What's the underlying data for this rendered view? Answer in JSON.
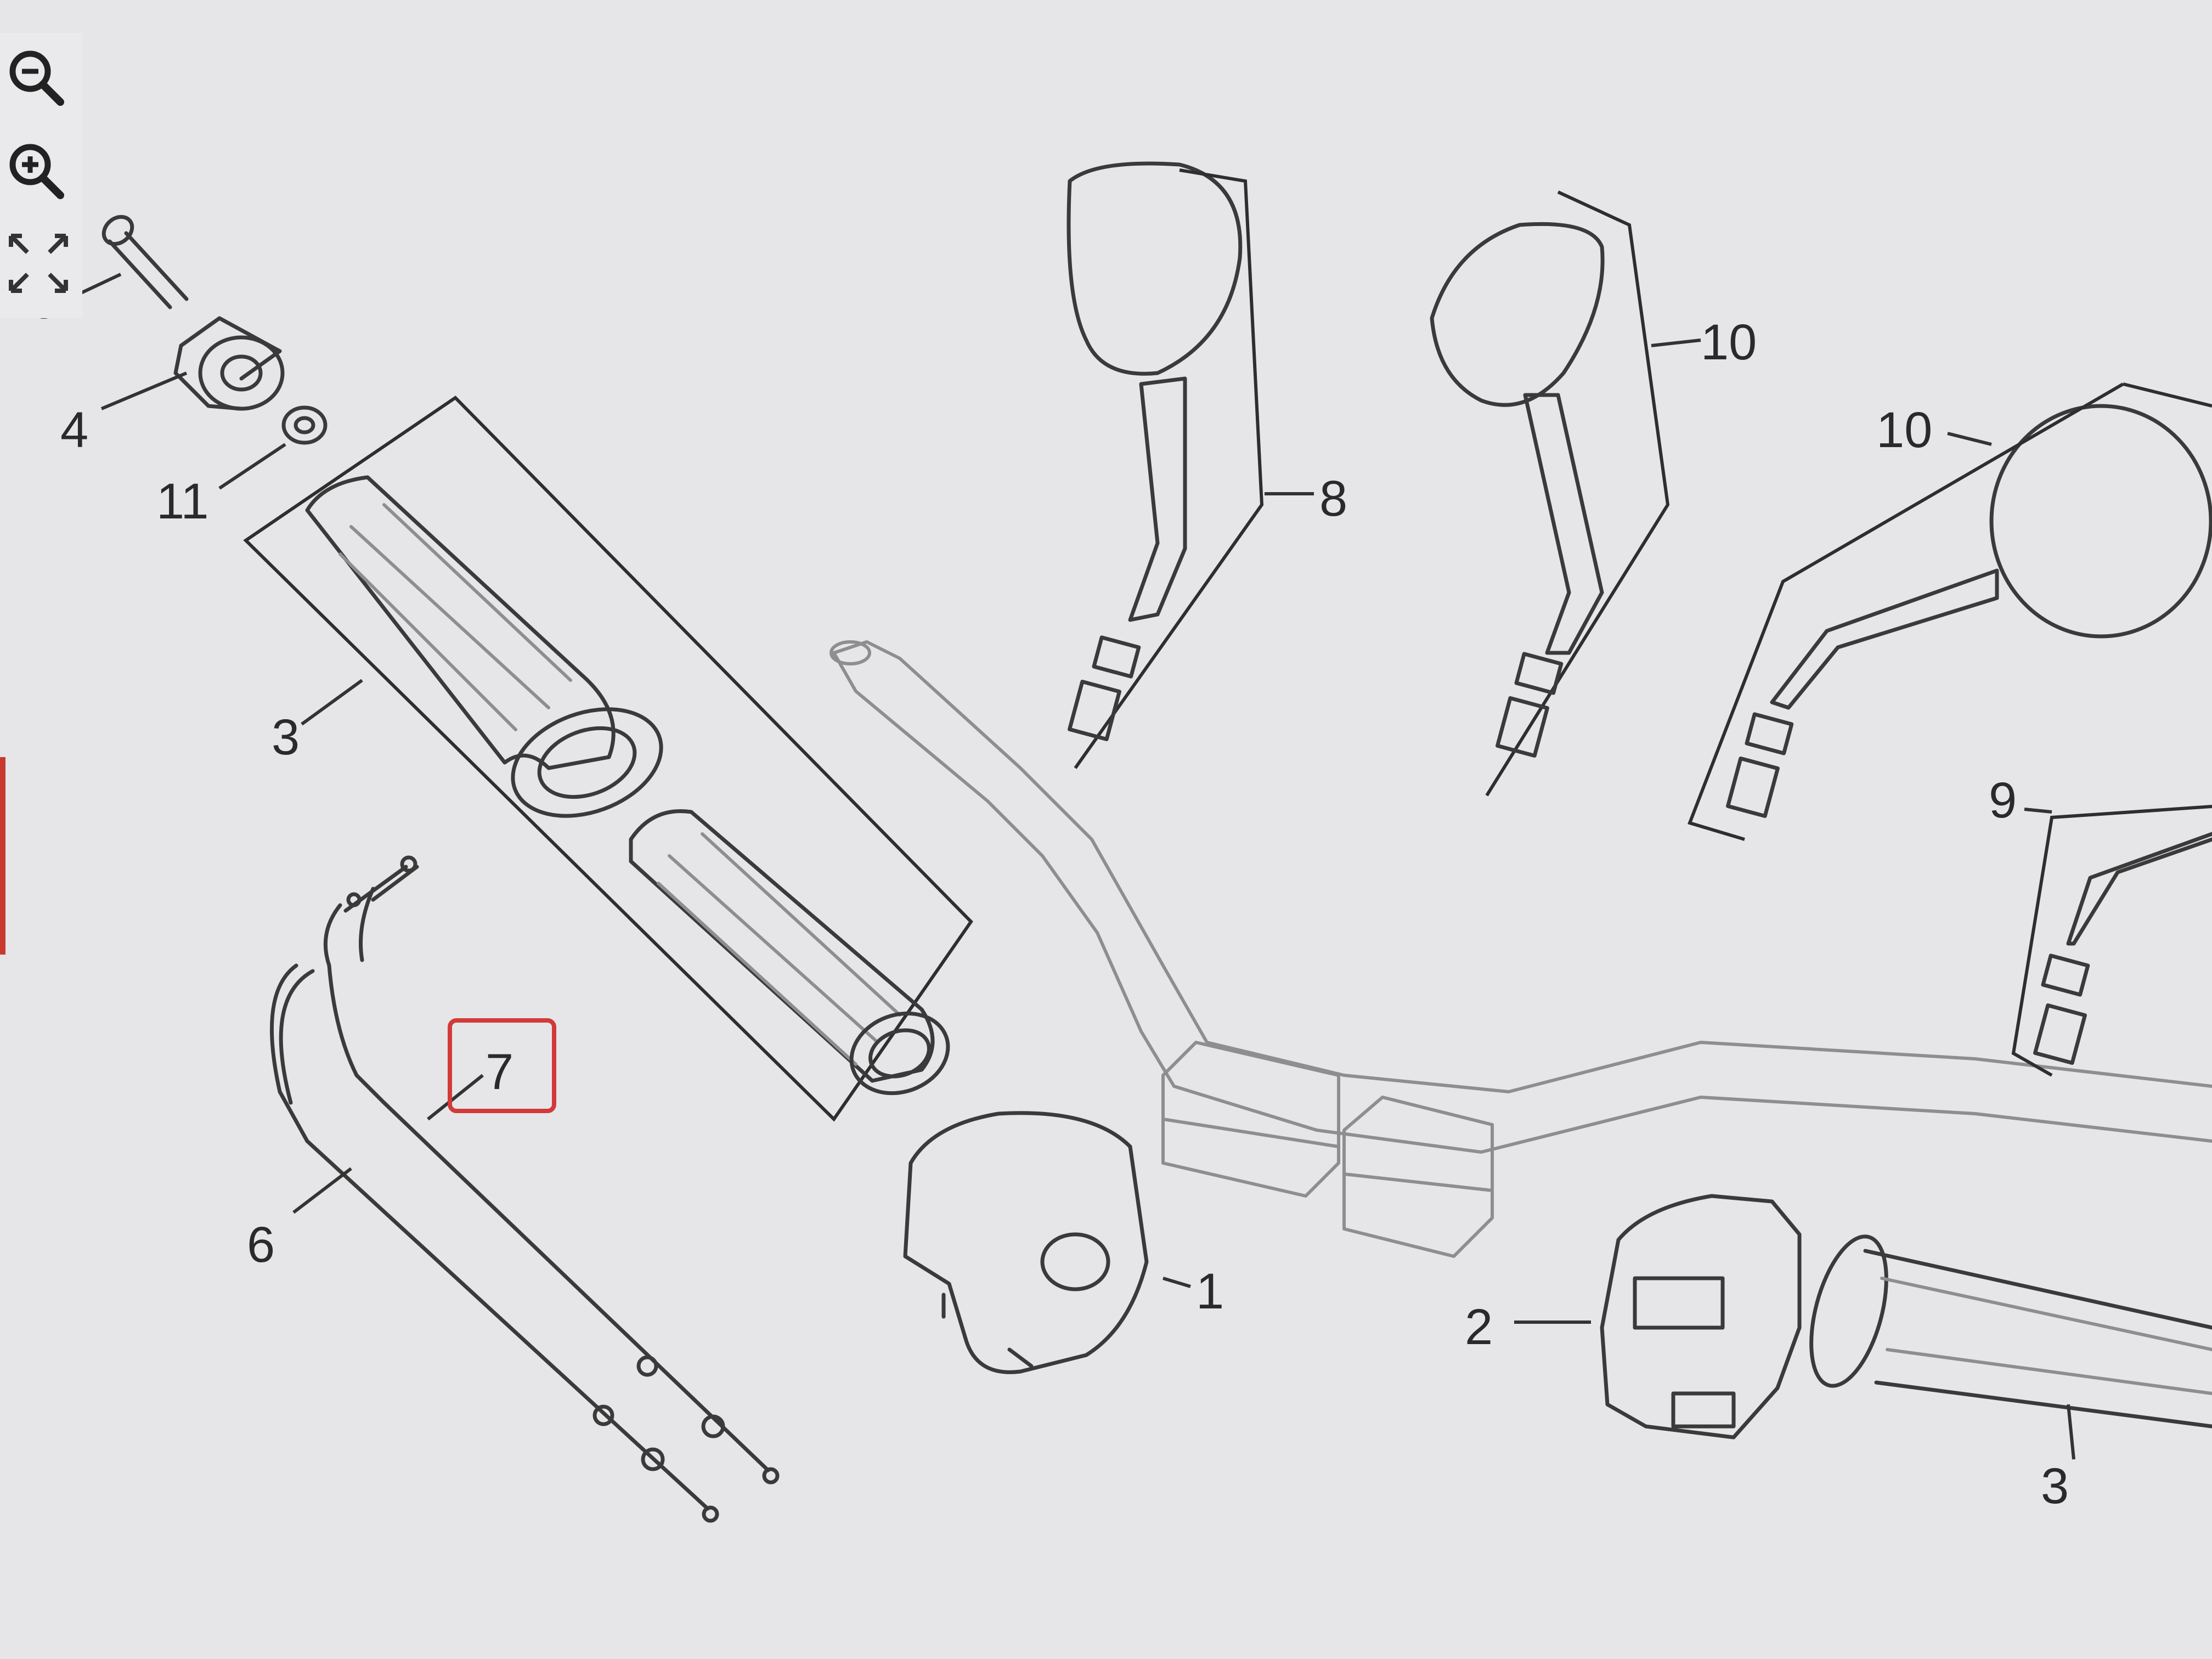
{
  "viewer": {
    "zoom_out_icon": "zoom-out-icon",
    "zoom_in_icon": "zoom-in-icon",
    "fit_icon": "fit-to-screen-icon"
  },
  "colors": {
    "highlight": "#d23a3a",
    "line": "#3a3a3a",
    "background": "#e6e6e8"
  },
  "callouts": [
    {
      "id": "c5",
      "label": "5"
    },
    {
      "id": "c4",
      "label": "4"
    },
    {
      "id": "c11",
      "label": "11"
    },
    {
      "id": "c3a",
      "label": "3"
    },
    {
      "id": "c8",
      "label": "8"
    },
    {
      "id": "c10a",
      "label": "10"
    },
    {
      "id": "c10b",
      "label": "10"
    },
    {
      "id": "c9",
      "label": "9"
    },
    {
      "id": "c7",
      "label": "7",
      "highlighted": true
    },
    {
      "id": "c6",
      "label": "6"
    },
    {
      "id": "c1",
      "label": "1"
    },
    {
      "id": "c2",
      "label": "2"
    },
    {
      "id": "c3b",
      "label": "3"
    }
  ]
}
